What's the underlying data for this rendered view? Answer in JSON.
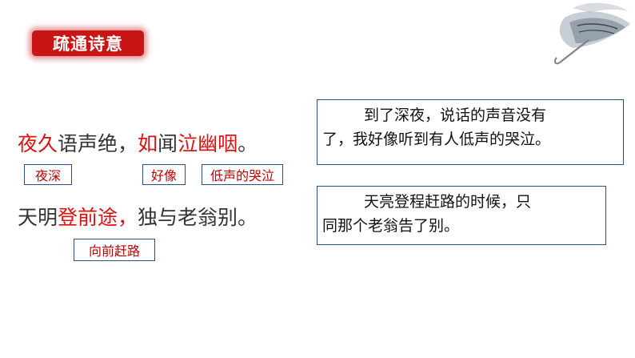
{
  "title": "疏通诗意",
  "line1": {
    "seg1": "夜久",
    "seg2": "语声绝，",
    "seg3": "如",
    "seg4": "闻",
    "seg5": "泣幽咽",
    "seg6": "。"
  },
  "line1_notes": {
    "ye_jiu": "夜深",
    "ru": "好像",
    "qi_you_ye": "低声的哭泣"
  },
  "line2": {
    "seg1": "天明",
    "seg2": "登前途，",
    "seg3": "独与老翁别。"
  },
  "line2_notes": {
    "deng_qian_tu": "向前赶路"
  },
  "translation1": {
    "line_a": "到了深夜，说话的声音没有",
    "line_b": "了，我好像听到有人低声的哭泣。"
  },
  "translation2": {
    "line_a": "天亮登程赶路的时候，只",
    "line_b": "同那个老翁告了别。"
  },
  "colors": {
    "accent_red": "#e01010",
    "badge_red": "#c81515",
    "box_border": "#2a4f8a"
  },
  "decoration_icon": "ink-umbrella-painting"
}
